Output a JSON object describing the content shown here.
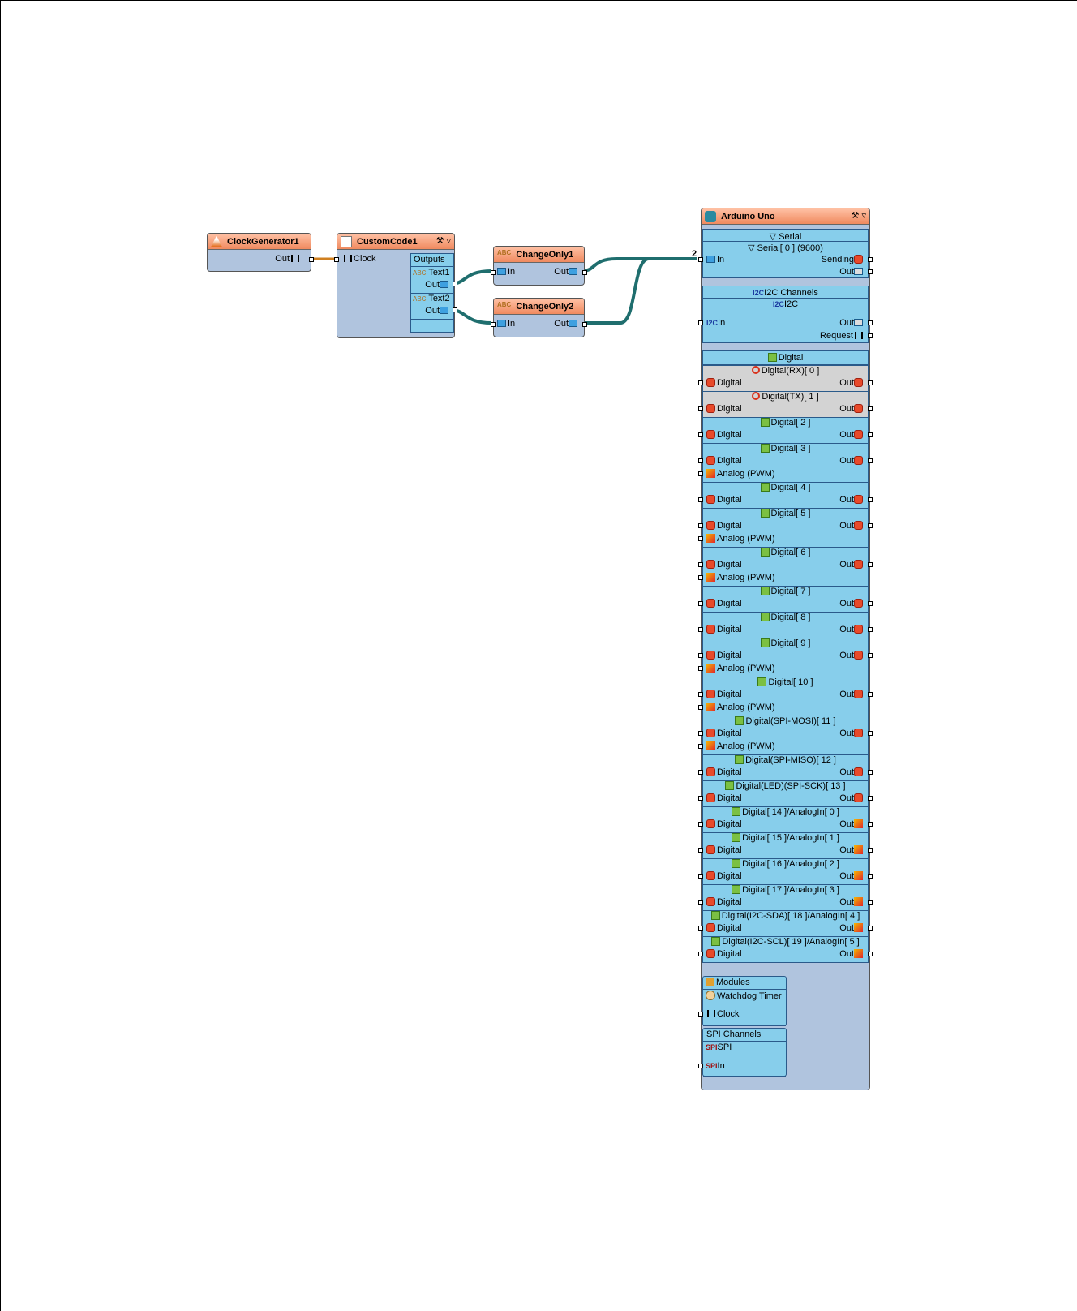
{
  "components": {
    "clock_generator": {
      "title": "ClockGenerator1",
      "out": "Out"
    },
    "custom_code": {
      "title": "CustomCode1",
      "clock": "Clock",
      "outputs_label": "Outputs",
      "text1": "Text1",
      "text2": "Text2",
      "out": "Out"
    },
    "change_only1": {
      "title": "ChangeOnly1",
      "in": "In",
      "out": "Out"
    },
    "change_only2": {
      "title": "ChangeOnly2",
      "in": "In",
      "out": "Out"
    },
    "arduino": {
      "title": "Arduino Uno",
      "wire_count": "2",
      "serial": {
        "section": "Serial",
        "channel": "Serial[ 0 ] (9600)",
        "in": "In",
        "sending": "Sending",
        "out": "Out"
      },
      "i2c": {
        "section": "I2C Channels",
        "channel": "I2C",
        "in": "In",
        "out": "Out",
        "request": "Request"
      },
      "digital_section": "Digital",
      "digital_label": "Digital",
      "analog_label": "Analog (PWM)",
      "out_label": "Out",
      "pins": [
        {
          "name": "Digital(RX)[ 0 ]",
          "disabled": true,
          "pwm": false
        },
        {
          "name": "Digital(TX)[ 1 ]",
          "disabled": true,
          "pwm": false
        },
        {
          "name": "Digital[ 2 ]",
          "disabled": false,
          "pwm": false
        },
        {
          "name": "Digital[ 3 ]",
          "disabled": false,
          "pwm": true
        },
        {
          "name": "Digital[ 4 ]",
          "disabled": false,
          "pwm": false
        },
        {
          "name": "Digital[ 5 ]",
          "disabled": false,
          "pwm": true
        },
        {
          "name": "Digital[ 6 ]",
          "disabled": false,
          "pwm": true
        },
        {
          "name": "Digital[ 7 ]",
          "disabled": false,
          "pwm": false
        },
        {
          "name": "Digital[ 8 ]",
          "disabled": false,
          "pwm": false
        },
        {
          "name": "Digital[ 9 ]",
          "disabled": false,
          "pwm": true
        },
        {
          "name": "Digital[ 10 ]",
          "disabled": false,
          "pwm": true
        },
        {
          "name": "Digital(SPI-MOSI)[ 11 ]",
          "disabled": false,
          "pwm": true
        },
        {
          "name": "Digital(SPI-MISO)[ 12 ]",
          "disabled": false,
          "pwm": false
        },
        {
          "name": "Digital(LED)(SPI-SCK)[ 13 ]",
          "disabled": false,
          "pwm": false
        },
        {
          "name": "Digital[ 14 ]/AnalogIn[ 0 ]",
          "disabled": false,
          "pwm": false
        },
        {
          "name": "Digital[ 15 ]/AnalogIn[ 1 ]",
          "disabled": false,
          "pwm": false
        },
        {
          "name": "Digital[ 16 ]/AnalogIn[ 2 ]",
          "disabled": false,
          "pwm": false
        },
        {
          "name": "Digital[ 17 ]/AnalogIn[ 3 ]",
          "disabled": false,
          "pwm": false
        },
        {
          "name": "Digital(I2C-SDA)[ 18 ]/AnalogIn[ 4 ]",
          "disabled": false,
          "pwm": false
        },
        {
          "name": "Digital(I2C-SCL)[ 19 ]/AnalogIn[ 5 ]",
          "disabled": false,
          "pwm": false
        }
      ],
      "modules": {
        "section": "Modules",
        "watchdog": "Watchdog Timer",
        "clock": "Clock"
      },
      "spi": {
        "section": "SPI Channels",
        "channel": "SPI",
        "in": "In"
      }
    }
  },
  "colors": {
    "component_body": "#b0c4de",
    "header": "#f08a5f",
    "section": "#87ceeb",
    "wire": "#1f6e6e",
    "clock_wire": "#d08020"
  }
}
